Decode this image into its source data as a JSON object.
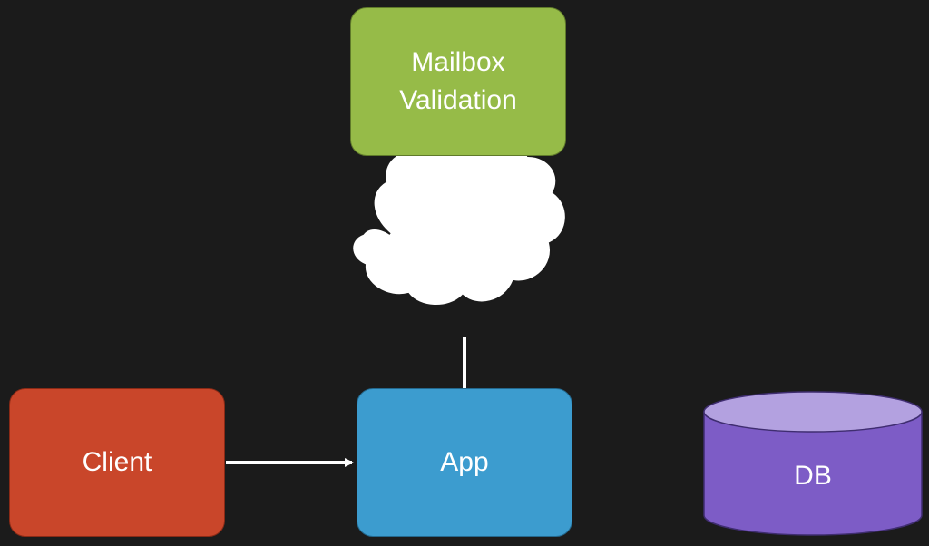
{
  "nodes": {
    "mailbox": {
      "label": "Mailbox\nValidation",
      "color": "#96bb48"
    },
    "client": {
      "label": "Client",
      "color": "#c9462a"
    },
    "app": {
      "label": "App",
      "color": "#3c9ccf"
    },
    "db": {
      "label": "DB",
      "color": "#7d5cc6"
    },
    "network": {
      "icon": "cloud-icon",
      "color": "#ffffff"
    }
  },
  "edges": [
    {
      "from": "client",
      "to": "app"
    },
    {
      "from": "app",
      "to": "mailbox",
      "via": "network"
    }
  ],
  "colors": {
    "background": "#1b1b1b",
    "arrow": "#ffffff"
  }
}
